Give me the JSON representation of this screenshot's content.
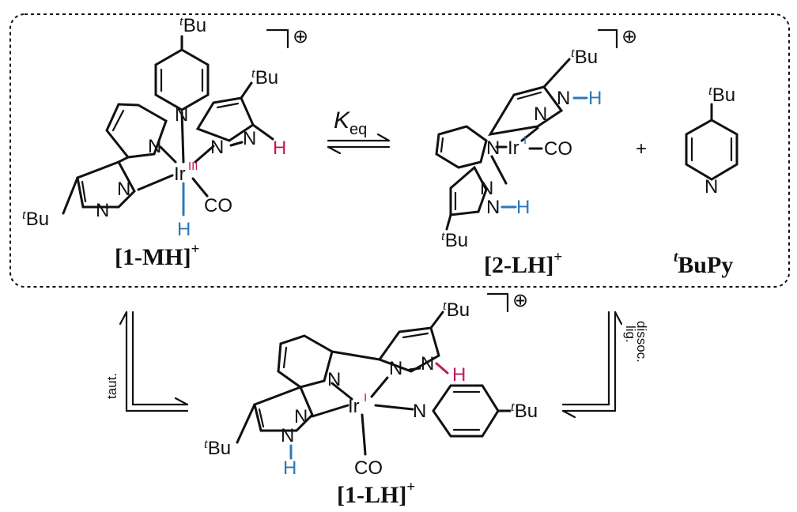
{
  "colors": {
    "ink": "#111111",
    "hydride_blue": "#2b78b8",
    "nh_pink": "#c2185b",
    "box_dash": "#111111"
  },
  "box": {
    "style": "dashed-rounded"
  },
  "labels": {
    "n": "N",
    "nh": "N",
    "h": "H",
    "ir": "Ir",
    "co": "CO",
    "bu_prefix": "t",
    "bu": "Bu",
    "ox_iii": "III",
    "ox_i": "I",
    "charge": "⊕",
    "plus": "+"
  },
  "compounds": {
    "c1": {
      "bracket": "[1-MH]",
      "sup": "+"
    },
    "c2": {
      "bracket": "[2-LH]",
      "sup": "+"
    },
    "c3": {
      "prefix": "t",
      "name": "BuPy"
    },
    "c4": {
      "bracket": "[1-LH]",
      "sup": "+"
    }
  },
  "equilibrium": {
    "symbol": "K",
    "subscript": "eq"
  },
  "arrows": {
    "left": {
      "label": "taut."
    },
    "right": {
      "line1": "lig.",
      "line2": "dissoc."
    }
  }
}
